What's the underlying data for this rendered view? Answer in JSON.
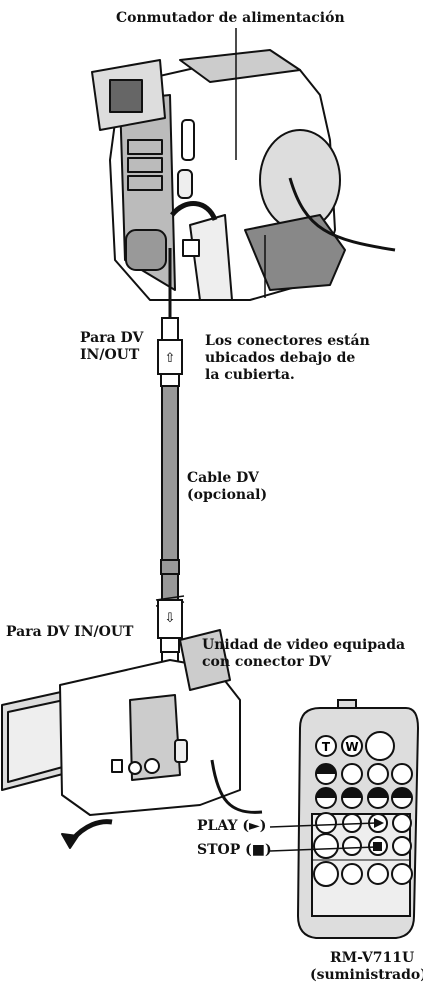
{
  "labels": {
    "power_switch": "Conmutador de alimentación",
    "dv_top_line1": "Para DV",
    "dv_top_line2": "IN/OUT",
    "connectors_line1": "Los conectores están",
    "connectors_line2": "ubicados debajo de",
    "connectors_line3": "la cubierta.",
    "cable_line1": "Cable DV",
    "cable_line2": "(opcional)",
    "dv_bottom": "Para DV IN/OUT",
    "unit_line1": "Unidad de video equipada",
    "unit_line2": "con conector DV",
    "play": "PLAY (►)",
    "stop": "STOP (■)",
    "remote_model": "RM-V711U",
    "remote_note": "(suministrado)"
  },
  "remote_buttons": {
    "t": "T",
    "w": "W"
  }
}
